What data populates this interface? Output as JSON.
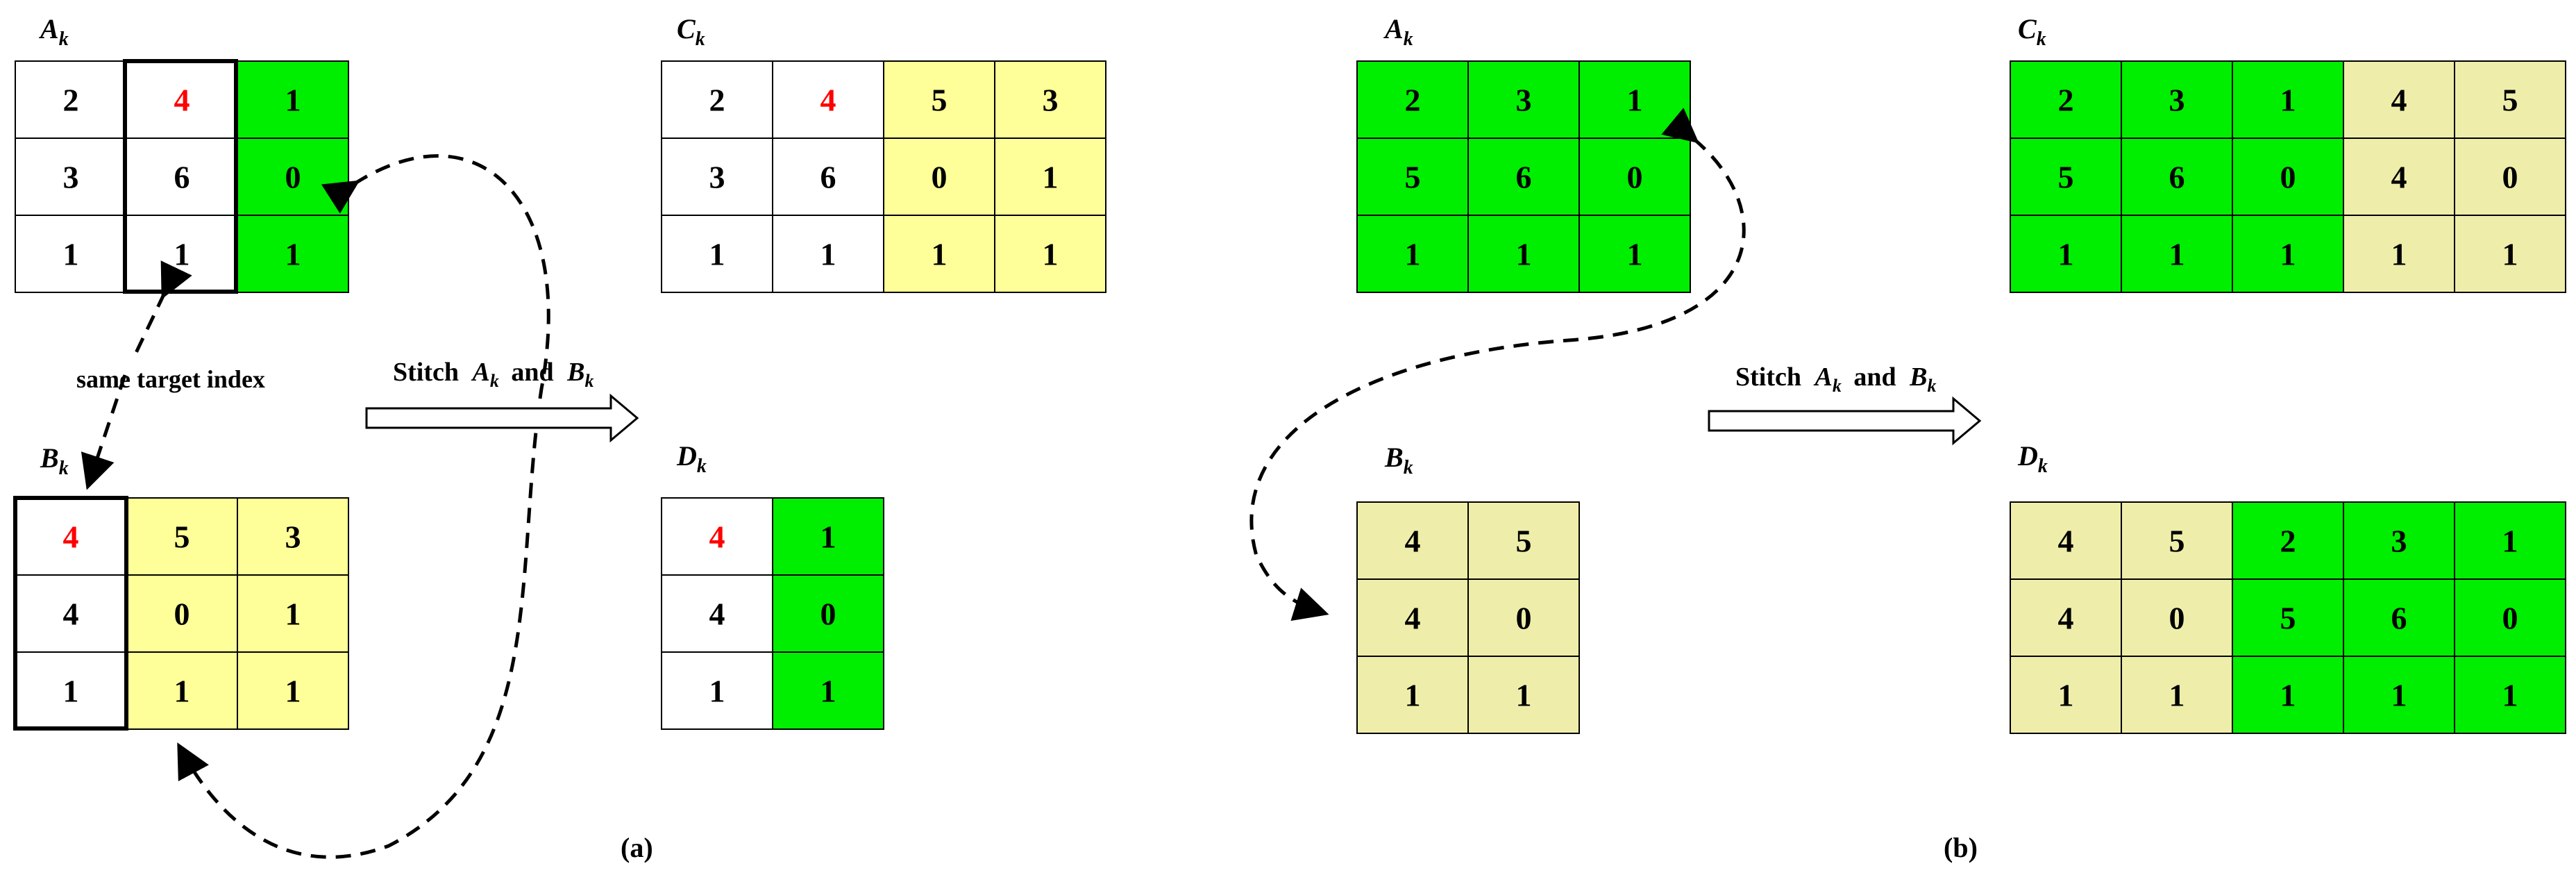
{
  "colors": {
    "white": "#ffffff",
    "green": "#00ee00",
    "yellow": "#ffff99",
    "beige": "#eeeeaa",
    "red": "#ff0000",
    "black": "#000000"
  },
  "panel_a": {
    "caption": "(a)",
    "stitch_text": "Stitch",
    "stitch_and": "and",
    "same_target_text": "same target index",
    "A": {
      "label": "A",
      "sub": "k",
      "rows": [
        [
          2,
          4,
          1
        ],
        [
          3,
          6,
          0
        ],
        [
          1,
          1,
          1
        ]
      ],
      "fills": [
        [
          "white",
          "white",
          "green"
        ],
        [
          "white",
          "white",
          "green"
        ],
        [
          "white",
          "white",
          "green"
        ]
      ],
      "red": [
        [
          0,
          1
        ]
      ]
    },
    "B": {
      "label": "B",
      "sub": "k",
      "rows": [
        [
          4,
          5,
          3
        ],
        [
          4,
          0,
          1
        ],
        [
          1,
          1,
          1
        ]
      ],
      "fills": [
        [
          "white",
          "yellow",
          "yellow"
        ],
        [
          "white",
          "yellow",
          "yellow"
        ],
        [
          "white",
          "yellow",
          "yellow"
        ]
      ],
      "red": [
        [
          0,
          0
        ]
      ]
    },
    "C": {
      "label": "C",
      "sub": "k",
      "rows": [
        [
          2,
          4,
          5,
          3
        ],
        [
          3,
          6,
          0,
          1
        ],
        [
          1,
          1,
          1,
          1
        ]
      ],
      "fills": [
        [
          "white",
          "white",
          "yellow",
          "yellow"
        ],
        [
          "white",
          "white",
          "yellow",
          "yellow"
        ],
        [
          "white",
          "white",
          "yellow",
          "yellow"
        ]
      ],
      "red": [
        [
          0,
          1
        ]
      ]
    },
    "D": {
      "label": "D",
      "sub": "k",
      "rows": [
        [
          4,
          1
        ],
        [
          4,
          0
        ],
        [
          1,
          1
        ]
      ],
      "fills": [
        [
          "white",
          "green"
        ],
        [
          "white",
          "green"
        ],
        [
          "white",
          "green"
        ]
      ],
      "red": [
        [
          0,
          0
        ]
      ]
    }
  },
  "panel_b": {
    "caption": "(b)",
    "stitch_text": "Stitch",
    "stitch_and": "and",
    "A": {
      "label": "A",
      "sub": "k",
      "rows": [
        [
          2,
          3,
          1
        ],
        [
          5,
          6,
          0
        ],
        [
          1,
          1,
          1
        ]
      ],
      "fills": [
        [
          "green",
          "green",
          "green"
        ],
        [
          "green",
          "green",
          "green"
        ],
        [
          "green",
          "green",
          "green"
        ]
      ],
      "red": []
    },
    "B": {
      "label": "B",
      "sub": "k",
      "rows": [
        [
          4,
          5
        ],
        [
          4,
          0
        ],
        [
          1,
          1
        ]
      ],
      "fills": [
        [
          "beige",
          "beige"
        ],
        [
          "beige",
          "beige"
        ],
        [
          "beige",
          "beige"
        ]
      ],
      "red": []
    },
    "C": {
      "label": "C",
      "sub": "k",
      "rows": [
        [
          2,
          3,
          1,
          4,
          5
        ],
        [
          5,
          6,
          0,
          4,
          0
        ],
        [
          1,
          1,
          1,
          1,
          1
        ]
      ],
      "fills": [
        [
          "green",
          "green",
          "green",
          "beige",
          "beige"
        ],
        [
          "green",
          "green",
          "green",
          "beige",
          "beige"
        ],
        [
          "green",
          "green",
          "green",
          "beige",
          "beige"
        ]
      ],
      "red": []
    },
    "D": {
      "label": "D",
      "sub": "k",
      "rows": [
        [
          4,
          5,
          2,
          3,
          1
        ],
        [
          4,
          0,
          5,
          6,
          0
        ],
        [
          1,
          1,
          1,
          1,
          1
        ]
      ],
      "fills": [
        [
          "beige",
          "beige",
          "green",
          "green",
          "green"
        ],
        [
          "beige",
          "beige",
          "green",
          "green",
          "green"
        ],
        [
          "beige",
          "beige",
          "green",
          "green",
          "green"
        ]
      ],
      "red": []
    }
  }
}
